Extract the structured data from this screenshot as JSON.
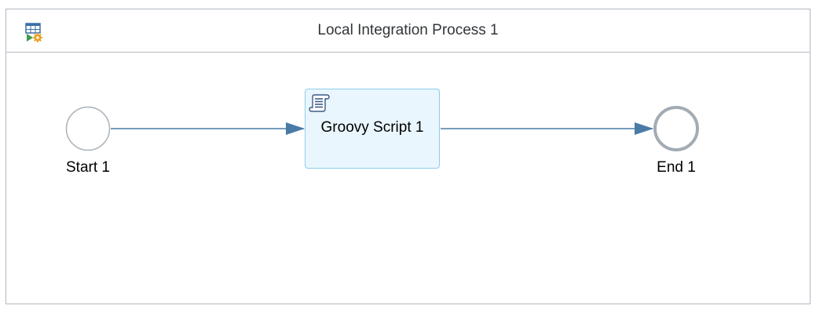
{
  "process": {
    "title": "Local Integration Process 1",
    "icon": "integration-process-icon"
  },
  "elements": {
    "start": {
      "label": "Start 1",
      "type": "start-event"
    },
    "task": {
      "label": "Groovy Script 1",
      "type": "script-task",
      "icon": "script-icon"
    },
    "end": {
      "label": "End 1",
      "type": "end-event"
    }
  },
  "flows": [
    {
      "from": "Start 1",
      "to": "Groovy Script 1"
    },
    {
      "from": "Groovy Script 1",
      "to": "End 1"
    }
  ],
  "colors": {
    "border": "#b2bac2",
    "task_fill": "#e9f6fd",
    "task_border": "#8dcdeb",
    "flow": "#4a7ba7",
    "end_stroke": "#a3acb5"
  }
}
